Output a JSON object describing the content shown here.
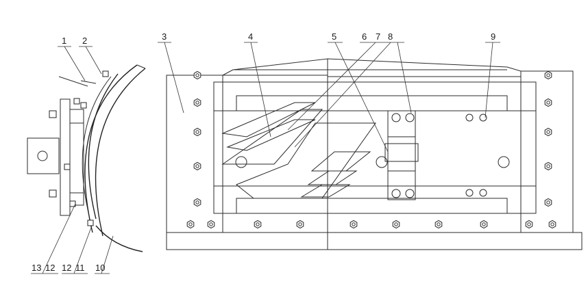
{
  "colors": {
    "line": "#2a2a2a",
    "paper": "#ffffff"
  },
  "labels": {
    "l1": "1",
    "l2": "2",
    "l3": "3",
    "l4": "4",
    "l5": "5",
    "l6": "6",
    "l7": "7",
    "l8": "8",
    "l9": "9",
    "l13": "13",
    "l12a": "12",
    "l12b": "12",
    "l11": "11",
    "l10": "10"
  }
}
